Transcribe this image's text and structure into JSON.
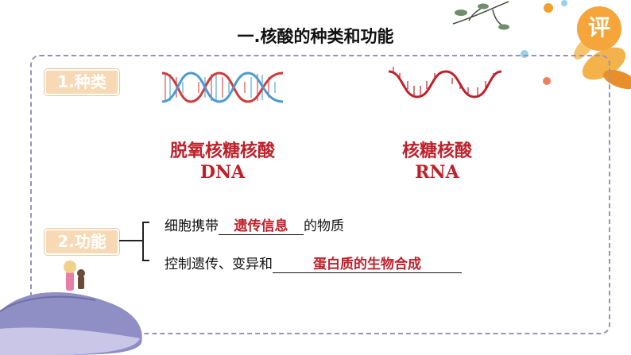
{
  "header": {
    "title": "一.核酸的种类和功能"
  },
  "badge": {
    "review_label": "评"
  },
  "section1": {
    "tag_label": "1.种类",
    "dna": {
      "name_cn": "脱氧核糖核酸",
      "name_en": "DNA"
    },
    "rna": {
      "name_cn": "核糖核酸",
      "name_en": "RNA"
    }
  },
  "section2": {
    "tag_label": "2.功能",
    "line1": {
      "before": "细胞携带",
      "answer": "遗传信息",
      "after": "的物质"
    },
    "line2": {
      "before": "控制遗传、变异和",
      "answer": "蛋白质的生物合成"
    }
  },
  "colors": {
    "accent_red": "#c0202a",
    "tag_fill": "#f7d9b6",
    "panel_border": "#9a93b8",
    "review_orange": "#f6a53a"
  }
}
